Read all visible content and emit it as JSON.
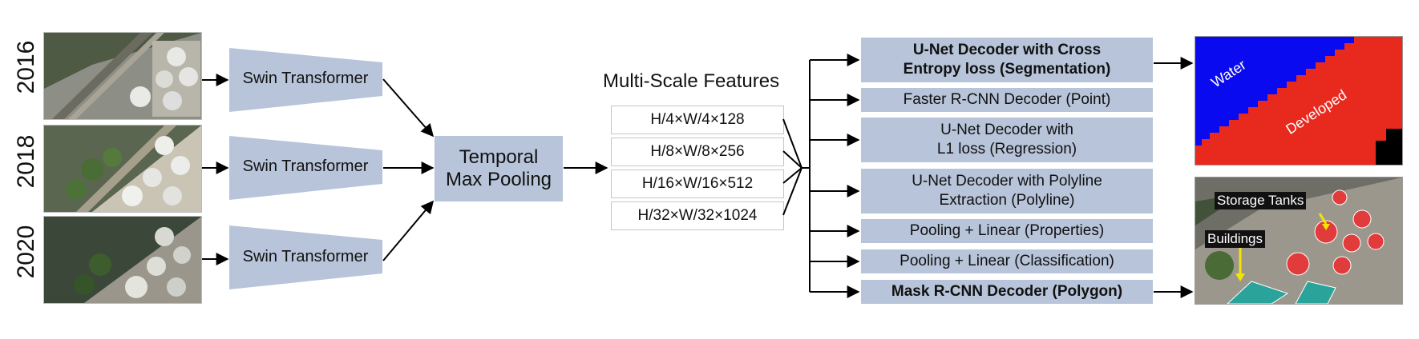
{
  "years": [
    "2016",
    "2018",
    "2020"
  ],
  "encoder_label": "Swin Transformer",
  "pooling": {
    "line1": "Temporal",
    "line2": "Max Pooling"
  },
  "features": {
    "title": "Multi-Scale Features",
    "items": [
      "H/4×W/4×128",
      "H/8×W/8×256",
      "H/16×W/16×512",
      "H/32×W/32×1024"
    ]
  },
  "decoders": [
    {
      "line1": "U-Net Decoder with Cross",
      "line2": "Entropy loss (Segmentation)"
    },
    {
      "line1": "Faster R-CNN Decoder (Point)"
    },
    {
      "line1": "U-Net Decoder with",
      "line2": "L1 loss (Regression)"
    },
    {
      "line1": "U-Net Decoder with Polyline",
      "line2": "Extraction (Polyline)"
    },
    {
      "line1": "Pooling + Linear (Properties)"
    },
    {
      "line1": "Pooling + Linear (Classification)"
    },
    {
      "line1": "Mask R-CNN Decoder (Polygon)"
    }
  ],
  "segmentation_output": {
    "labels": [
      "Water",
      "Developed"
    ],
    "colors": {
      "water": "#0a0af0",
      "developed": "#e8291e",
      "other": "#000000"
    }
  },
  "polygon_output": {
    "labels": [
      "Storage Tanks",
      "Buildings"
    ],
    "colors": {
      "tank": "#e23b3b",
      "building": "#2aa39a",
      "pointer": "#f5e400"
    }
  }
}
